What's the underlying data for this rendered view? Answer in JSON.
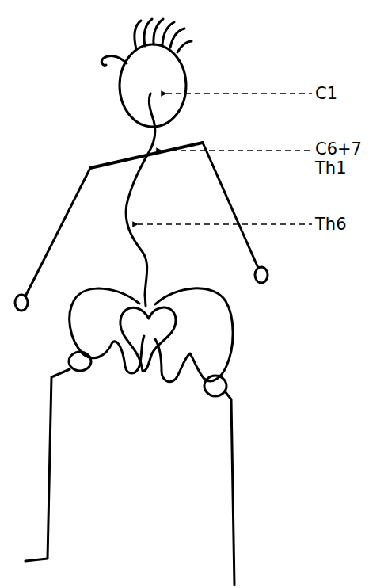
{
  "diagram": {
    "labels": [
      "C1",
      "C6+7 Th1",
      "Th6"
    ]
  }
}
